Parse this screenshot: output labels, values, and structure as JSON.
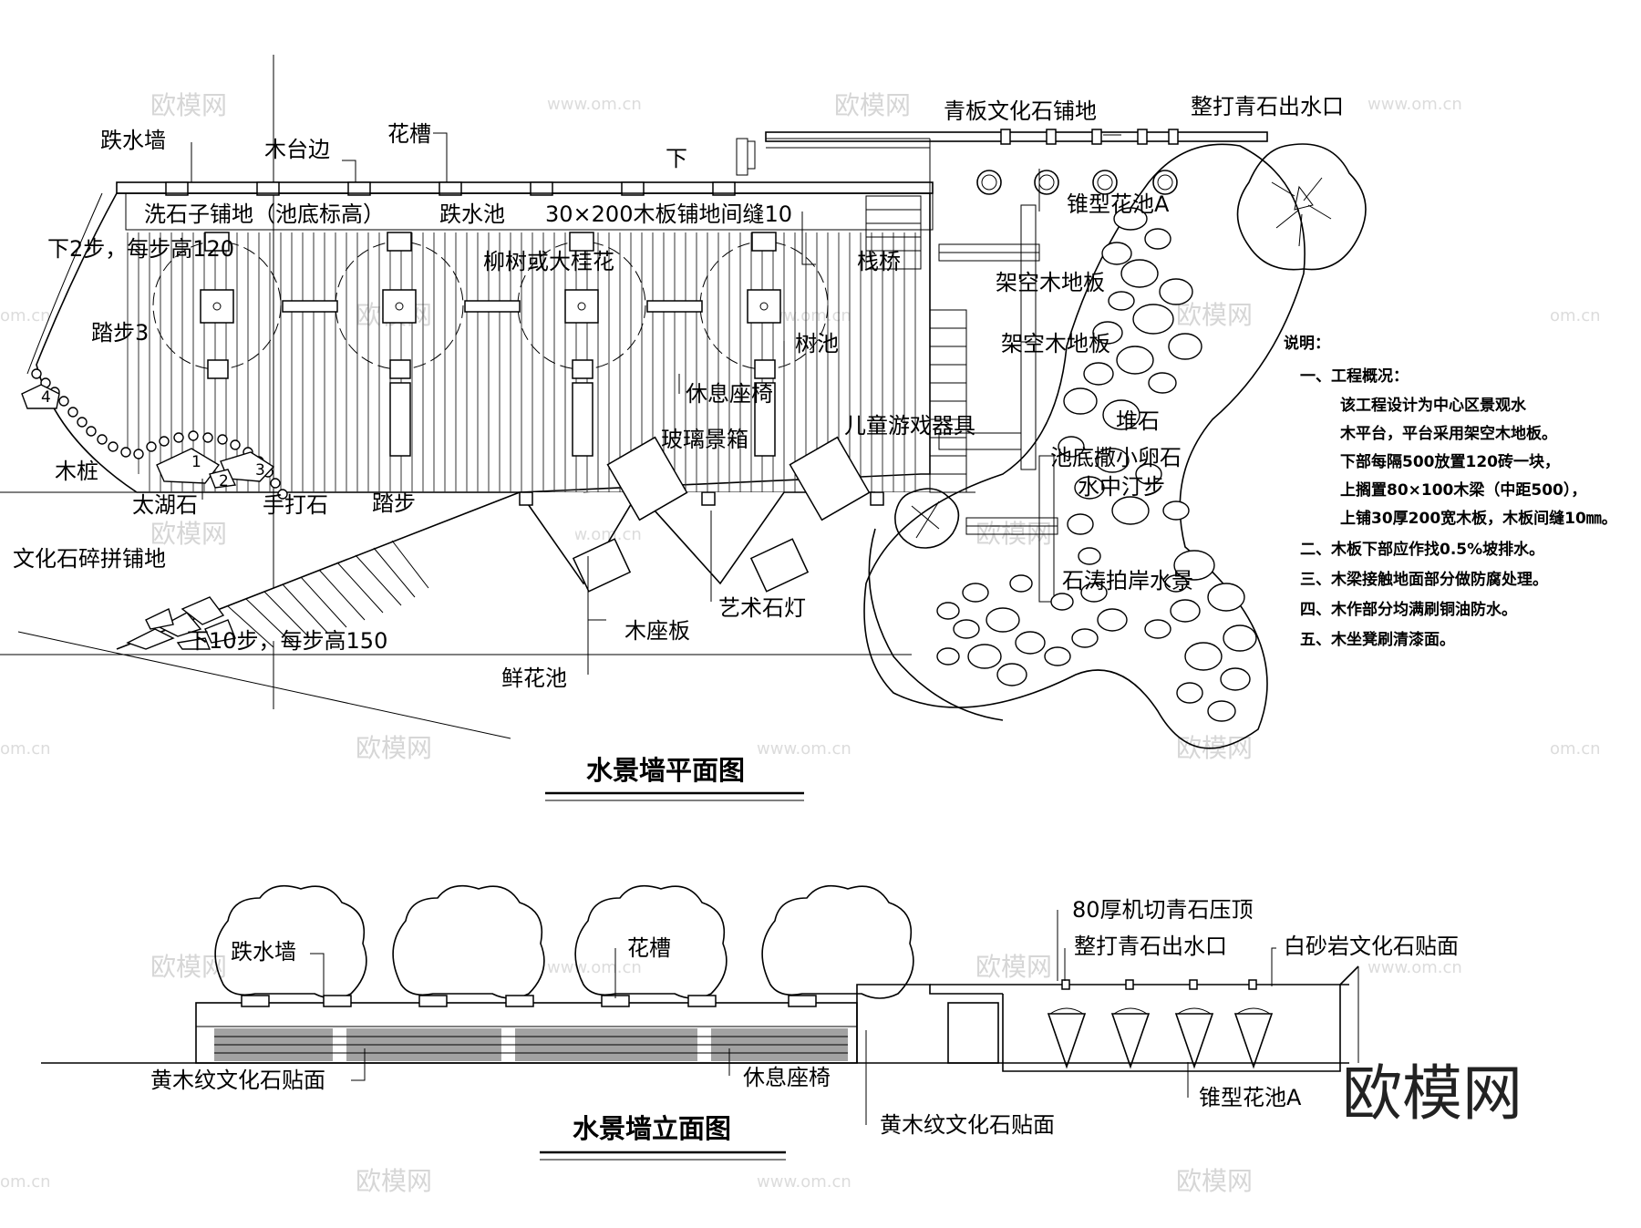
{
  "plan": {
    "title": "水景墙平面图",
    "labels": {
      "drop_wall": "跌水墙",
      "deck_edge": "木台边",
      "planter": "花槽",
      "pebble_paving": "洗石子铺地（池底标高）",
      "drop_pool": "跌水池",
      "board_paving": "30×200木板铺地间缝10",
      "steps_down_2": "下2步，每步高120",
      "willow": "柳树或大桂花",
      "bridge": "栈桥",
      "steps_3": "踏步3",
      "tree_pool": "树池",
      "bench": "休息座椅",
      "glass_box": "玻璃景箱",
      "playground": "儿童游戏器具",
      "wood_pile": "木桩",
      "taihu_stone": "太湖石",
      "hand_stone": "手打石",
      "steps": "踏步",
      "culture_stone_paving": "文化石碎拼铺地",
      "steps_down_10": "下10步，每步高150",
      "wood_seat": "木座板",
      "art_lamp": "艺术石灯",
      "flower_pool": "鲜花池",
      "bluestone_paving": "青板文化石铺地",
      "bluestone_outlet": "整打青石出水口",
      "cone_pool": "锥型花池A",
      "raised_deck_1": "架空木地板",
      "raised_deck_2": "架空木地板",
      "piled_stone": "堆石",
      "pebbles": "池底撒小卵石",
      "stepping": "水中汀步",
      "shore_stone": "石涛拍岸水景",
      "num_1": "1",
      "num_2": "2",
      "num_3": "3",
      "num_4": "4",
      "down_mark": "下"
    }
  },
  "notes": {
    "heading": "说明：",
    "lines": [
      "一、工程概况：",
      "该工程设计为中心区景观水",
      "木平台，平台采用架空木地板。",
      "下部每隔500放置120砖一块，",
      "上搁置80×100木梁（中距500），",
      "上铺30厚200宽木板，木板间缝10㎜。",
      "二、木板下部应作找0.5%坡排水。",
      "三、木梁接触地面部分做防腐处理。",
      "四、木作部分均满刷铜油防水。",
      "五、木坐凳刷清漆面。"
    ]
  },
  "elevation": {
    "title": "水景墙立面图",
    "labels": {
      "drop_wall": "跌水墙",
      "planter": "花槽",
      "cap_stone": "80厚机切青石压顶",
      "outlet": "整打青石出水口",
      "sandstone": "白砂岩文化石贴面",
      "yellow_stone_1": "黄木纹文化石贴面",
      "bench": "休息座椅",
      "yellow_stone_2": "黄木纹文化石贴面",
      "cone_pool": "锥型花池A"
    }
  },
  "watermarks": {
    "brand": "欧模网",
    "url": "www.om.cn",
    "url_short": "om.cn"
  }
}
